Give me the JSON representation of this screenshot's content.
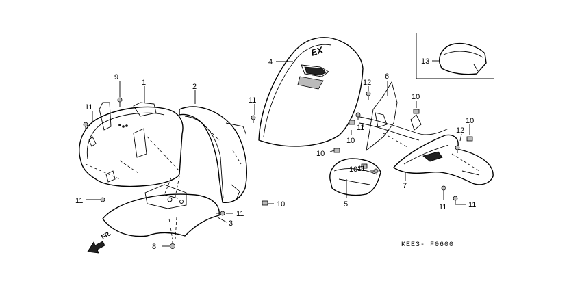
{
  "diagram": {
    "callouts": {
      "c1": "1",
      "c2": "2",
      "c3": "3",
      "c4": "4",
      "c5": "5",
      "c6": "6",
      "c7": "7",
      "c8": "8",
      "c9": "9",
      "c10a": "10",
      "c10b": "10",
      "c10c": "10",
      "c10d": "10",
      "c10e": "10",
      "c10f": "10",
      "c11a": "11",
      "c11b": "11",
      "c11c": "11",
      "c11d": "11",
      "c11e": "11",
      "c11f": "11",
      "c11g": "11",
      "c11h": "11",
      "c12a": "12",
      "c12b": "12",
      "c13": "13"
    },
    "front_arrow_label": "FR.",
    "logo_text": "EX",
    "diagram_code": "KEE3- F0600"
  }
}
